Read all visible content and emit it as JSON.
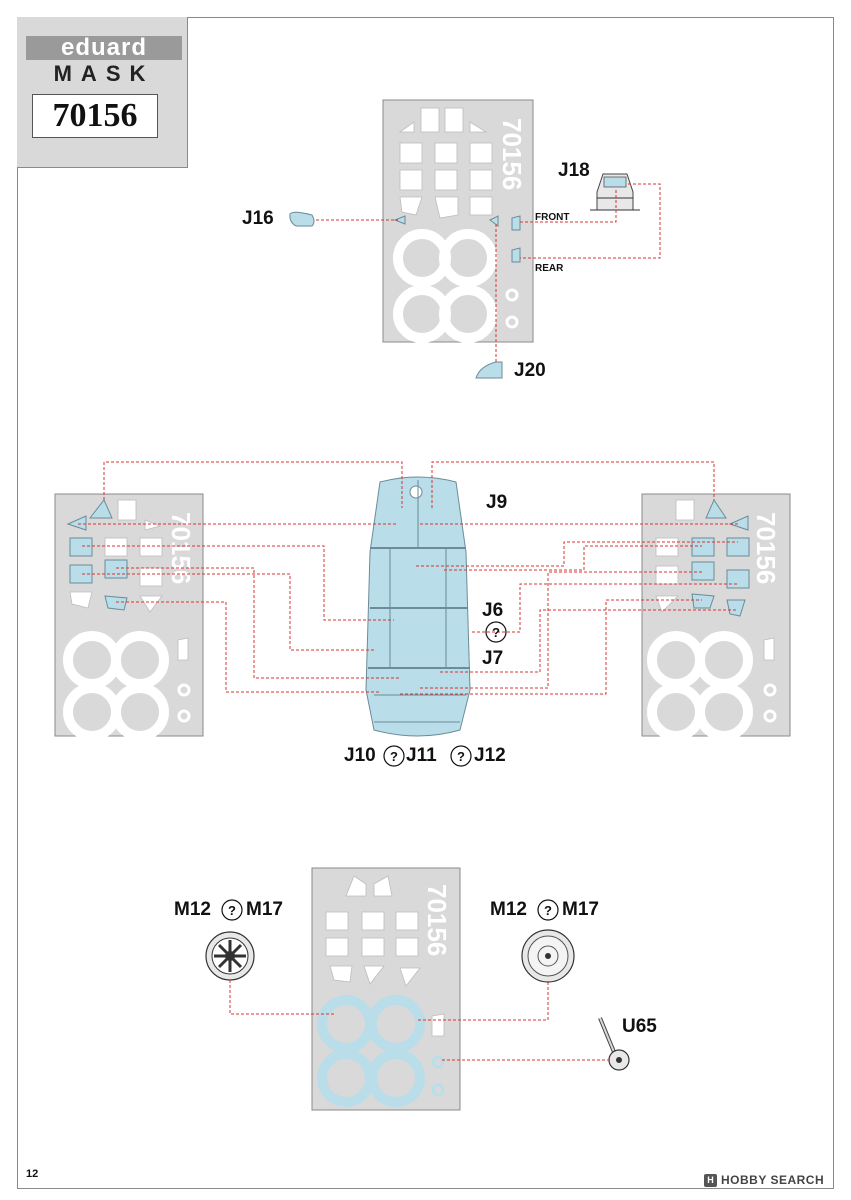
{
  "header": {
    "brand": "eduard",
    "product_line": "MASK",
    "kit_code": "70156"
  },
  "sheet_code": "70156",
  "section1": {
    "labels": {
      "j16": "J16",
      "j18": "J18",
      "front": "FRONT",
      "rear": "REAR",
      "j20": "J20"
    }
  },
  "section2": {
    "labels": {
      "j9": "J9",
      "j6": "J6",
      "j7": "J7",
      "j10_j12": "J10",
      "j11": "J11",
      "j12": "J12"
    }
  },
  "section3": {
    "labels": {
      "m12_left": "M12",
      "m17_left": "M17",
      "m12_right": "M12",
      "m17_right": "M17",
      "u65": "U65"
    }
  },
  "page_number": "12",
  "footer": {
    "badge": "H",
    "text": "HOBBY SEARCH"
  },
  "colors": {
    "mask_blue": "#b9dde9",
    "sheet_gray": "#d9d9d9",
    "leader_red": "#d9352f"
  }
}
